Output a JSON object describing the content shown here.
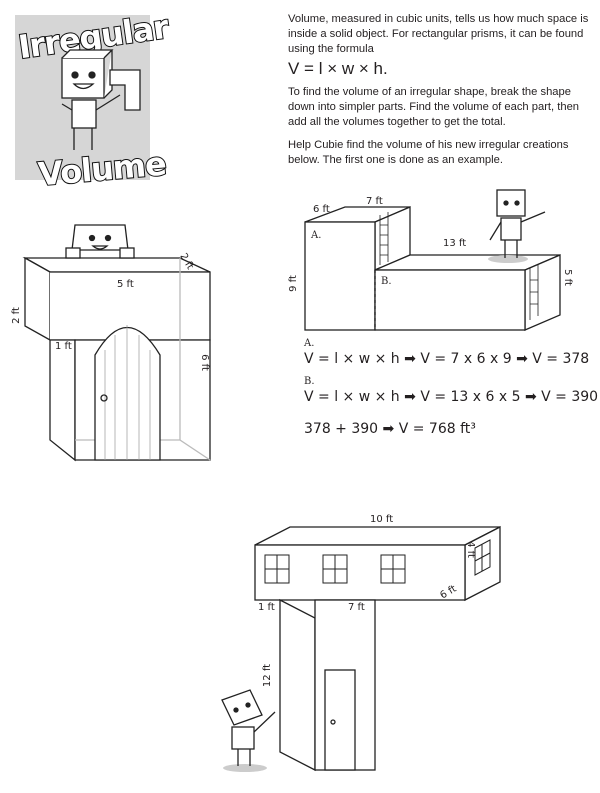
{
  "title": {
    "line1": "Irregular",
    "line2": "Volume"
  },
  "intro": {
    "p1": "Volume, measured in cubic units, tells us how much space is inside a solid object. For rectangular prisms, it can be found using the formula",
    "formula": "V = l × w × h.",
    "p2": "To find the volume of an irregular shape, break the shape down into simpler parts. Find the volume of each part, then add all the volumes together to get the total.",
    "p3": "Help Cubie find the volume of his new irregular creations below.  The first one is done as an example."
  },
  "example": {
    "labels": {
      "depth": "6 ft",
      "width_a": "7 ft",
      "length_b": "13 ft",
      "height_a": "9 ft",
      "height_b": "5 ft",
      "part_a": "A.",
      "part_b": "B."
    },
    "work": {
      "a_label": "A.",
      "a_line": "V = l × w × h ➡ V = 7 x 6 x 9 ➡ V = 378",
      "b_label": "B.",
      "b_line": "V = l × w × h ➡ V = 13 x 6 x 5 ➡ V = 390",
      "total": "378 + 390 ➡ V = 768 ft³"
    }
  },
  "problem1": {
    "labels": {
      "top_height": "2 ft",
      "top_depth": "2 ft",
      "top_width": "5 ft",
      "overhang": "1 ft",
      "total_height": "6 ft"
    }
  },
  "problem2": {
    "labels": {
      "top_length": "10 ft",
      "top_height": "4 ft",
      "depth": "6 ft",
      "overhang": "1 ft",
      "stem_width": "7 ft",
      "stem_height": "12 ft"
    }
  }
}
